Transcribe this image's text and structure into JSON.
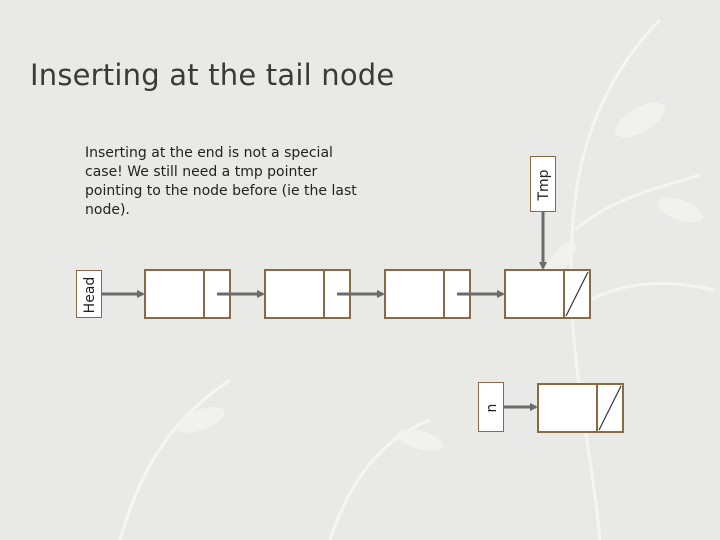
{
  "slide": {
    "title": "Inserting at the tail node",
    "body": "Inserting at the end is not a special case! We still need a tmp pointer pointing to the node before (ie the last node)."
  },
  "pointers": {
    "head": "Head",
    "tmp": "Tmp",
    "n": "n"
  },
  "colors": {
    "node_border": "#8b6a43",
    "arrow": "#6b6b6b",
    "text": "#222222",
    "background": "#e9e9e7"
  }
}
